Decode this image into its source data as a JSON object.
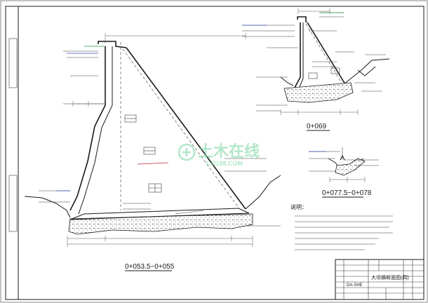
{
  "drawing": {
    "sections": [
      {
        "label": "0+053.5~0+055"
      },
      {
        "label": "0+069"
      },
      {
        "label": "0+077.5~0+078"
      }
    ],
    "notes_heading": "说明：",
    "title_block": {
      "drawing_title": "大坝横断面图(四)",
      "drawing_number": "DA-SHE"
    },
    "watermark": {
      "brand": "土木在线",
      "site": "CO188.COM"
    }
  }
}
